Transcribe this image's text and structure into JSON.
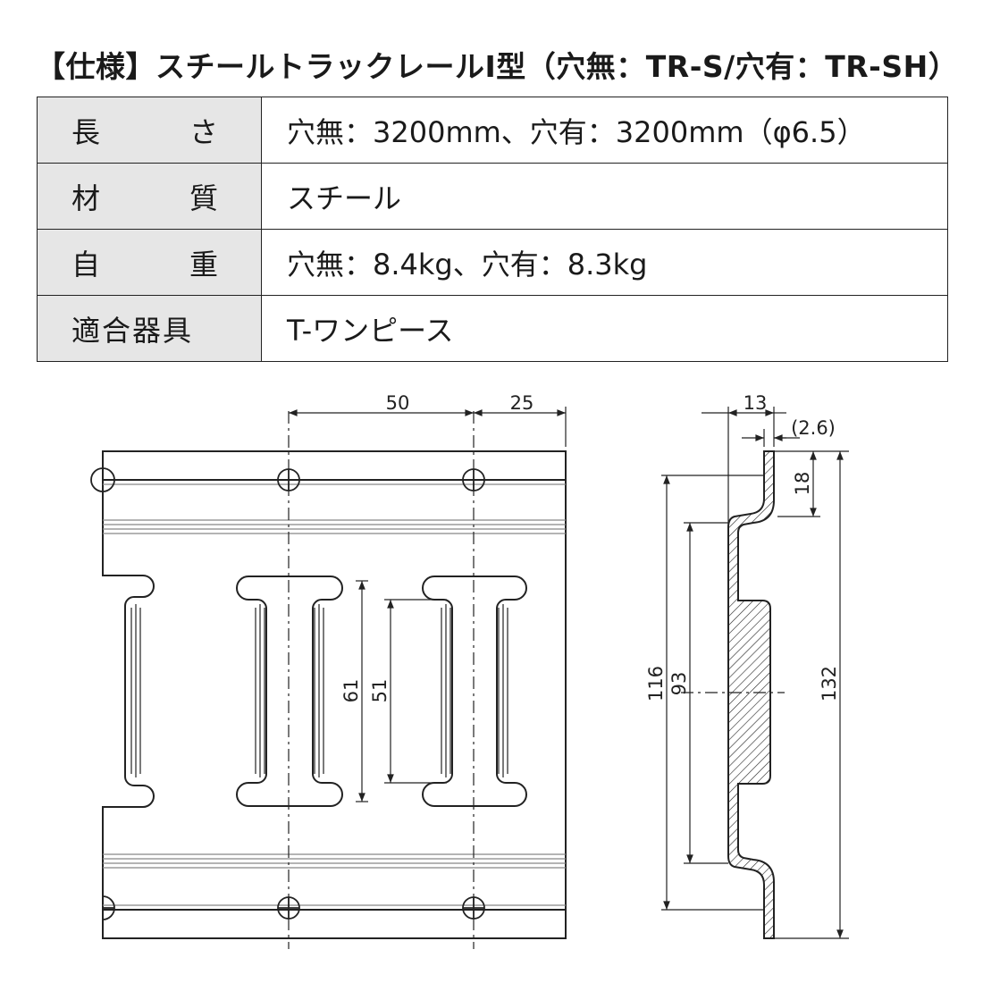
{
  "title": "【仕様】スチールトラックレールⅠ型（穴無：TR-S/穴有：TR-SH）",
  "spec_table": [
    {
      "label_chars": [
        "長",
        "さ"
      ],
      "value": "穴無：3200mm、穴有：3200mm（φ6.5）"
    },
    {
      "label_chars": [
        "材",
        "質"
      ],
      "value": "スチール"
    },
    {
      "label_chars": [
        "自",
        "重"
      ],
      "value": "穴無：8.4kg、穴有：8.3kg"
    },
    {
      "label": "適合器具",
      "value": "T-ワンピース"
    }
  ],
  "drawing": {
    "front_view": {
      "dim_pitch": "50",
      "dim_edge": "25",
      "dim_slot_outer": "61",
      "dim_slot_inner": "51"
    },
    "side_view": {
      "dim_depth": "13",
      "dim_thickness": "(2.6)",
      "dim_flange": "18",
      "dim_116": "116",
      "dim_93": "93",
      "dim_total": "132"
    }
  },
  "colors": {
    "line": "#222222",
    "label_bg": "#e6e6e6",
    "background": "#ffffff"
  }
}
